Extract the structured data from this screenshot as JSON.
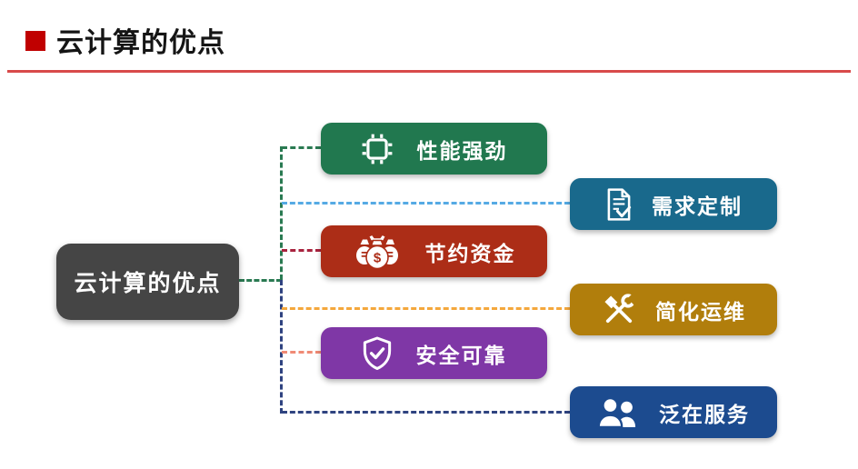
{
  "title": {
    "text": "云计算的优点",
    "bullet_color": "#C00000",
    "rule_color": "#D84A4A"
  },
  "diagram": {
    "root": {
      "label": "云计算的优点",
      "bg": "#454545"
    },
    "connectors": {
      "root_color": "#2A7A52",
      "trunk_top_color": "#2A7A52",
      "trunk_bottom_color": "#2F4380"
    },
    "nodes": [
      {
        "label": "性能强劲",
        "icon": "cpu-icon",
        "bg": "#21784F",
        "line_color": "#2A7A52"
      },
      {
        "label": "需求定制",
        "icon": "document-check-icon",
        "bg": "#19698C",
        "line_color": "#55AAE4"
      },
      {
        "label": "节约资金",
        "icon": "money-bags-icon",
        "bg": "#AC2D17",
        "line_color": "#A8233E",
        "currency_symbol": "$"
      },
      {
        "label": "简化运维",
        "icon": "tools-icon",
        "bg": "#B17E0C",
        "line_color": "#F4A73C"
      },
      {
        "label": "安全可靠",
        "icon": "shield-check-icon",
        "bg": "#7F37A6",
        "line_color": "#F08A75"
      },
      {
        "label": "泛在服务",
        "icon": "people-icon",
        "bg": "#1C4B8F",
        "line_color": "#2F4380"
      }
    ]
  }
}
